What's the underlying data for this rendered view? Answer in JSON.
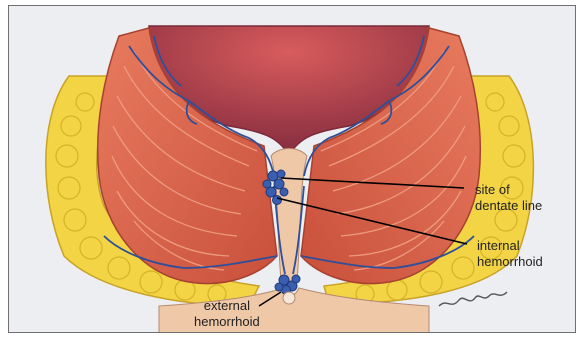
{
  "labels": {
    "dentate_line_1": "site of",
    "dentate_line_2": "dentate line",
    "internal_1": "internal",
    "internal_2": "hemorrhoid",
    "external_1": "external",
    "external_2": "hemorrhoid"
  },
  "colors": {
    "fat": "#f2d444",
    "fat_shadow": "#d6b22a",
    "muscle": "#d9614a",
    "muscle_light": "#ee9a7c",
    "lumen": "#b5485a",
    "vein": "#2f4f9a",
    "skin": "#efc8a8",
    "background": "#eceef1"
  }
}
